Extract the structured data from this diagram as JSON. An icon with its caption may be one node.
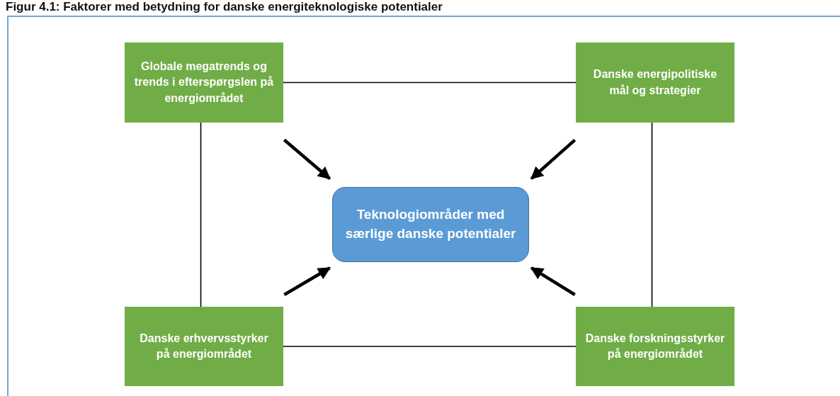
{
  "diagram": {
    "title": "Figur 4.1: Faktorer med betydning for danske energiteknologiske potentialer",
    "nodes": [
      {
        "text": [
          "Globale megatrends og trends i efterspørgslen på energiområdet"
        ]
      },
      {
        "text": [
          "Danske energipolitiske mål og strategier"
        ]
      },
      {
        "text": [
          "Teknologiområder med særlige danske potentialer"
        ]
      },
      {
        "text": [
          "Danske erhvervsstyrker på energiområdet"
        ]
      },
      {
        "text": [
          "Danske forskningsstyrker på energiområdet"
        ]
      }
    ],
    "edges": [
      {
        "from": 0,
        "to": 1,
        "arrow": "none"
      },
      {
        "from": 0,
        "to": 3,
        "arrow": "none"
      },
      {
        "from": 1,
        "to": 4,
        "arrow": "none"
      },
      {
        "from": 3,
        "to": 4,
        "arrow": "none"
      },
      {
        "from": 0,
        "to": 2,
        "arrow": "to",
        "style": "thick"
      },
      {
        "from": 1,
        "to": 2,
        "arrow": "to",
        "style": "thick"
      },
      {
        "from": 3,
        "to": 2,
        "arrow": "to",
        "style": "thick"
      },
      {
        "from": 4,
        "to": 2,
        "arrow": "to",
        "style": "thick"
      }
    ]
  }
}
